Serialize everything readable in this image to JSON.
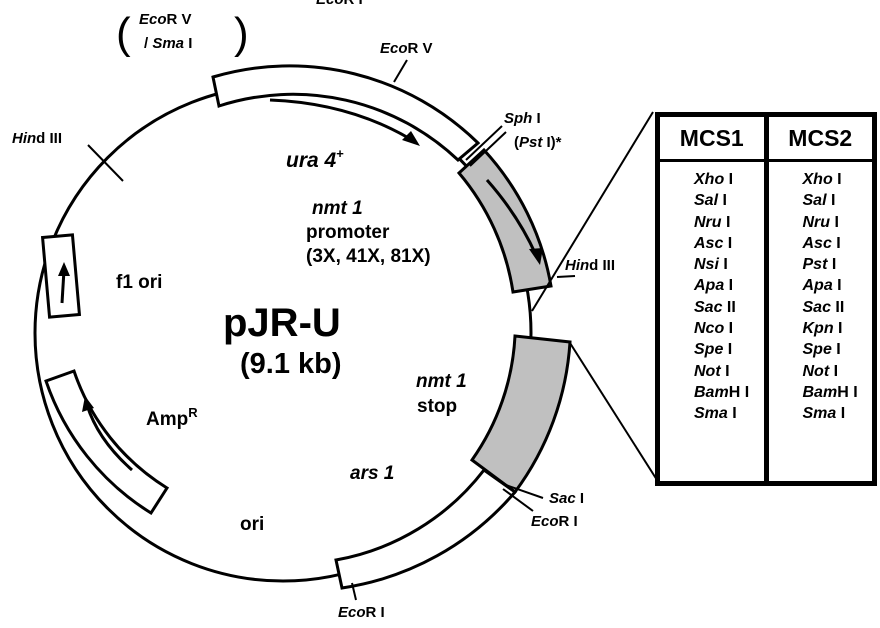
{
  "plasmid": {
    "name": "pJR-U",
    "size": "(9.1 kb)"
  },
  "features": {
    "ura4": {
      "name": "ura 4",
      "sup": "+"
    },
    "nmt1_promoter": {
      "line1": "nmt 1",
      "line2": "promoter",
      "line3": "(3X, 41X, 81X)"
    },
    "nmt1_stop": {
      "line1": "nmt 1",
      "line2": "stop"
    },
    "ars1": "ars 1",
    "f1_ori": "f1 ori",
    "ampR": {
      "name": "Amp",
      "sup": "R"
    },
    "ori": "ori"
  },
  "sites": {
    "top_cut": {
      "italic": "Eco",
      "rest": "R I"
    },
    "ecorv_sma_1": {
      "italic": "Eco",
      "rest": "R V"
    },
    "ecorv_sma_2": {
      "prefix": "/ ",
      "italic": "Sma",
      "rest": " I"
    },
    "ecorv": {
      "italic": "Eco",
      "rest": "R V"
    },
    "sph": {
      "italic": "Sph",
      "rest": " I"
    },
    "pst": {
      "prefix": "(",
      "italic": "Pst",
      "rest": " I)*"
    },
    "hind_left": {
      "italic": "Hin",
      "rest": "d III"
    },
    "hind_right": {
      "italic": "Hin",
      "rest": "d III"
    },
    "sac": {
      "italic": "Sac",
      "rest": " I"
    },
    "ecori_right": {
      "italic": "Eco",
      "rest": "R I"
    },
    "ecori_bottom": {
      "italic": "Eco",
      "rest": "R I"
    }
  },
  "mcs_table": [
    {
      "header": "MCS1",
      "rows": [
        {
          "italic": "Xho",
          "rest": " I"
        },
        {
          "italic": "Sal",
          "rest": " I"
        },
        {
          "italic": "Nru",
          "rest": " I"
        },
        {
          "italic": "Asc",
          "rest": " I"
        },
        {
          "italic": "Nsi",
          "rest": " I"
        },
        {
          "italic": "Apa",
          "rest": " I"
        },
        {
          "italic": "Sac",
          "rest": " II"
        },
        {
          "italic": "Nco",
          "rest": " I"
        },
        {
          "italic": "Spe",
          "rest": " I"
        },
        {
          "italic": "Not",
          "rest": " I"
        },
        {
          "italic": "Bam",
          "rest": "H I"
        },
        {
          "italic": "Sma",
          "rest": " I"
        }
      ]
    },
    {
      "header": "MCS2",
      "rows": [
        {
          "italic": "Xho",
          "rest": " I"
        },
        {
          "italic": "Sal",
          "rest": " I"
        },
        {
          "italic": "Nru",
          "rest": " I"
        },
        {
          "italic": "Asc",
          "rest": " I"
        },
        {
          "italic": "Pst",
          "rest": " I"
        },
        {
          "italic": "Apa",
          "rest": " I"
        },
        {
          "italic": "Sac",
          "rest": " II"
        },
        {
          "italic": "Kpn",
          "rest": " I"
        },
        {
          "italic": "Spe",
          "rest": " I"
        },
        {
          "italic": "Not",
          "rest": " I"
        },
        {
          "italic": "Bam",
          "rest": "H I"
        },
        {
          "italic": "Sma",
          "rest": " I"
        }
      ]
    }
  ],
  "colors": {
    "promoter_fill": "#c0c0c0",
    "segment_fill": "#ffffff",
    "stroke": "#000000"
  }
}
